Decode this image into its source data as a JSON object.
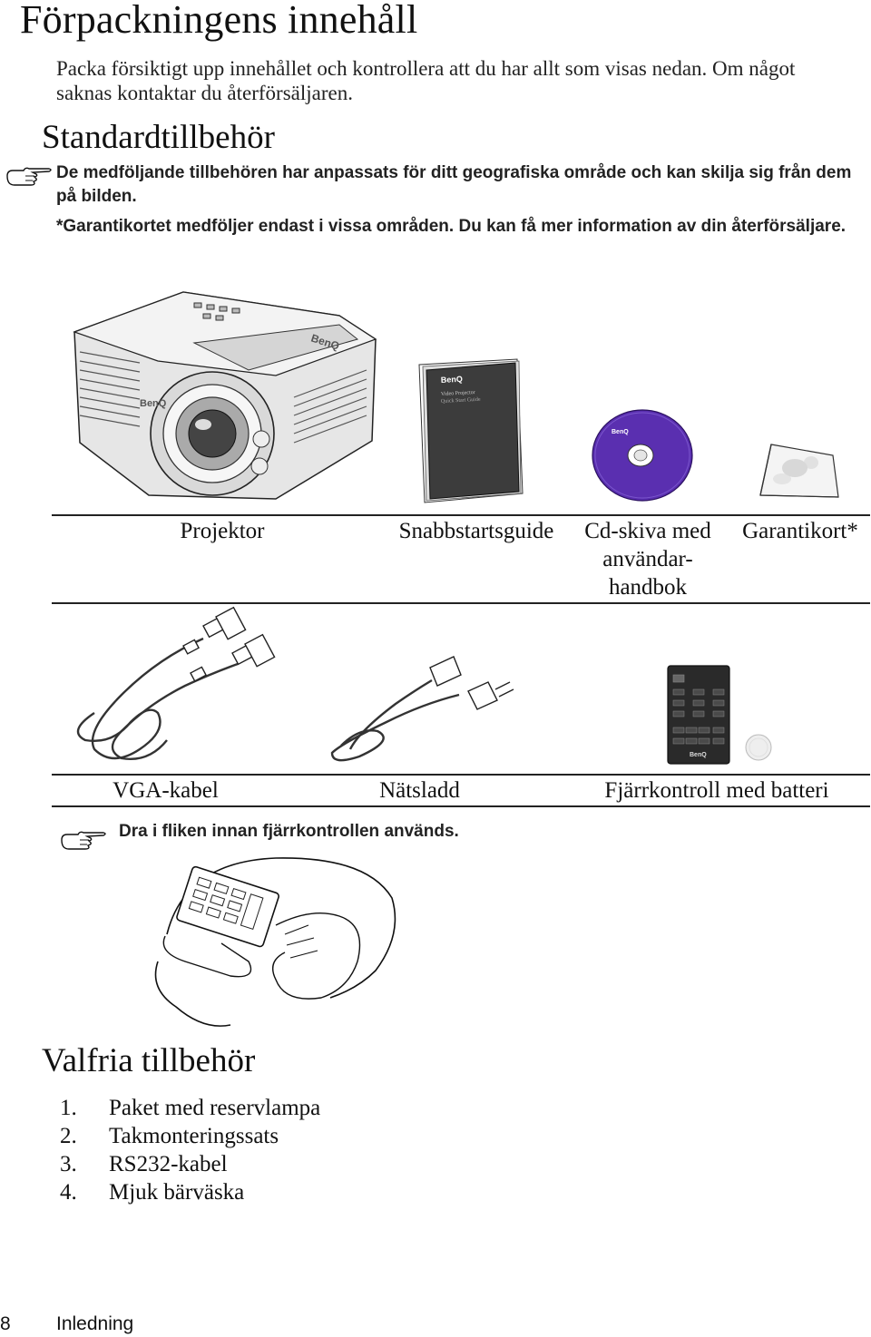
{
  "page": {
    "title": "Förpackningens innehåll",
    "intro": "Packa försiktigt upp innehållet och kontrollera att du har allt som visas nedan. Om något saknas kontaktar du återförsäljaren."
  },
  "standard": {
    "heading": "Standardtillbehör",
    "note_geo": "De medföljande tillbehören har anpassats för ditt geografiska område och kan skilja sig från dem på bilden.",
    "note_warranty": "*Garantikortet medföljer endast i vissa områden. Du kan få mer information av din återförsäljare.",
    "items_row1": {
      "projector": "Projektor",
      "guide": "Snabbstartsguide",
      "cd": "Cd-skiva med användar-handbok",
      "warranty": "Garantikort*"
    },
    "items_row2": {
      "vga": "VGA-kabel",
      "power": "Nätsladd",
      "remote": "Fjärrkontroll med batteri"
    },
    "tab_note": "Dra i fliken innan fjärrkontrollen används."
  },
  "brand": {
    "logo": "BenQ",
    "guide_title": "Video Projector",
    "guide_subtitle": "Quick Start Guide"
  },
  "optional": {
    "heading": "Valfria tillbehör",
    "items": [
      {
        "num": "1.",
        "label": "Paket med reservlampa"
      },
      {
        "num": "2.",
        "label": "Takmonteringssats"
      },
      {
        "num": "3.",
        "label": "RS232-kabel"
      },
      {
        "num": "4.",
        "label": "Mjuk bärväska"
      }
    ]
  },
  "footer": {
    "page_number": "8",
    "section": "Inledning"
  },
  "colors": {
    "cd_disc": "#5a2fb0",
    "guide_cover": "#3c3c3c",
    "text": "#111111"
  },
  "icons": [
    "pointing-hand-icon"
  ]
}
